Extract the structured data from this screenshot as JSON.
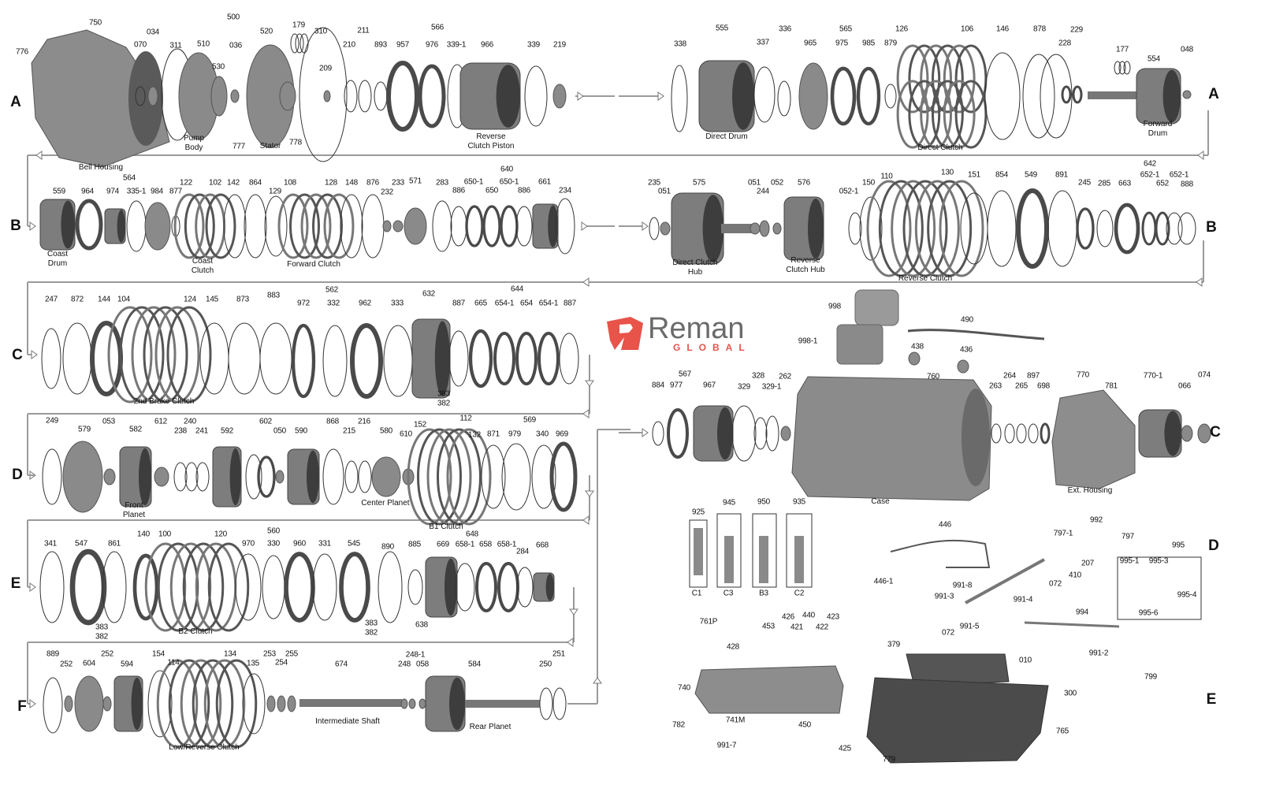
{
  "row_letters": [
    "A",
    "A",
    "B",
    "B",
    "C",
    "C",
    "D",
    "D",
    "E",
    "E",
    "F"
  ],
  "brand": {
    "name": "Reman",
    "tagline": "GLOBAL",
    "accent_color": "#e8534a"
  },
  "callouts": {
    "row_a_left": [
      "750",
      "776",
      "070",
      "034",
      "311",
      "500",
      "510",
      "530",
      "036",
      "520",
      "179",
      "310",
      "209",
      "210",
      "211",
      "566",
      "893",
      "957",
      "976",
      "339-1",
      "966",
      "339",
      "219",
      "777",
      "778"
    ],
    "row_a_right": [
      "338",
      "555",
      "337",
      "336",
      "565",
      "965",
      "975",
      "985",
      "879",
      "126",
      "106",
      "146",
      "878",
      "228",
      "229",
      "177",
      "554",
      "048"
    ],
    "row_b_left": [
      "559",
      "564",
      "964",
      "974",
      "335-1",
      "984",
      "877",
      "122",
      "102",
      "142",
      "864",
      "129",
      "108",
      "128",
      "148",
      "876",
      "232",
      "233",
      "571",
      "283",
      "640",
      "886",
      "650-1",
      "650",
      "650-1",
      "886",
      "661",
      "234"
    ],
    "row_b_right": [
      "235",
      "051",
      "575",
      "051",
      "244",
      "052",
      "576",
      "052-1",
      "150",
      "110",
      "130",
      "151",
      "854",
      "549",
      "891",
      "642",
      "245",
      "285",
      "663",
      "652-1",
      "652",
      "652-1",
      "888"
    ],
    "row_c_left": [
      "247",
      "872",
      "144",
      "104",
      "124",
      "145",
      "873",
      "883",
      "562",
      "972",
      "332",
      "962",
      "333",
      "632",
      "644",
      "887",
      "665",
      "654-1",
      "654",
      "654-1",
      "887",
      "383",
      "382"
    ],
    "row_c_center": [
      "998",
      "998-1",
      "490",
      "438",
      "436"
    ],
    "row_c_right": [
      "567",
      "884",
      "977",
      "967",
      "328",
      "329",
      "329-1",
      "262",
      "760",
      "263",
      "264",
      "265",
      "897",
      "698",
      "770",
      "781",
      "770-1",
      "066",
      "074"
    ],
    "row_d": [
      "249",
      "579",
      "053",
      "582",
      "612",
      "240",
      "238",
      "241",
      "592",
      "602",
      "050",
      "590",
      "868",
      "215",
      "216",
      "580",
      "610",
      "152",
      "112",
      "132",
      "569",
      "871",
      "979",
      "340",
      "969"
    ],
    "row_e": [
      "341",
      "547",
      "861",
      "140",
      "100",
      "120",
      "560",
      "970",
      "330",
      "960",
      "331",
      "545",
      "890",
      "648",
      "885",
      "669",
      "658-1",
      "658",
      "658-1",
      "284",
      "668",
      "383",
      "382",
      "383",
      "382",
      "638"
    ],
    "row_f": [
      "889",
      "252",
      "604",
      "252",
      "594",
      "154",
      "114",
      "134",
      "135",
      "253",
      "254",
      "255",
      "674",
      "248-1",
      "248",
      "058",
      "584",
      "250",
      "251"
    ],
    "valve_body": [
      "925",
      "945",
      "950",
      "935",
      "C1",
      "C3",
      "B3",
      "C2",
      "761P",
      "426",
      "440",
      "423",
      "453",
      "421",
      "422",
      "428",
      "740",
      "741M",
      "782",
      "450",
      "425",
      "991-7"
    ],
    "controls_pan": [
      "446",
      "446-1",
      "991-8",
      "991-3",
      "072",
      "991-5",
      "991-4",
      "797-1",
      "992",
      "797",
      "207",
      "410",
      "072",
      "995",
      "995-1",
      "995-3",
      "995-4",
      "995-6",
      "994",
      "379",
      "010",
      "991-2",
      "799",
      "300",
      "765",
      "779"
    ]
  },
  "captions": {
    "row_a": [
      "Bell Housing",
      "Pump\nBody",
      "Stator",
      "Reverse\nClutch Piston",
      "Direct Drum",
      "Direct Clutch",
      "Forward\nDrum"
    ],
    "row_b": [
      "Coast\nDrum",
      "Coast\nClutch",
      "Forward Clutch",
      "Direct Clutch\nHub",
      "Reverse\nClutch Hub",
      "Reverse Clutch"
    ],
    "row_c": [
      "2nd Brake Clutch",
      "Case",
      "Ext. Housing"
    ],
    "row_d": [
      "Front\nPlanet",
      "Center Planet",
      "B1 Clutch"
    ],
    "row_e": [
      "B2 Clutch"
    ],
    "row_f": [
      "Intermediate Shaft",
      "Low/Reverse Clutch",
      "Rear Planet"
    ]
  }
}
